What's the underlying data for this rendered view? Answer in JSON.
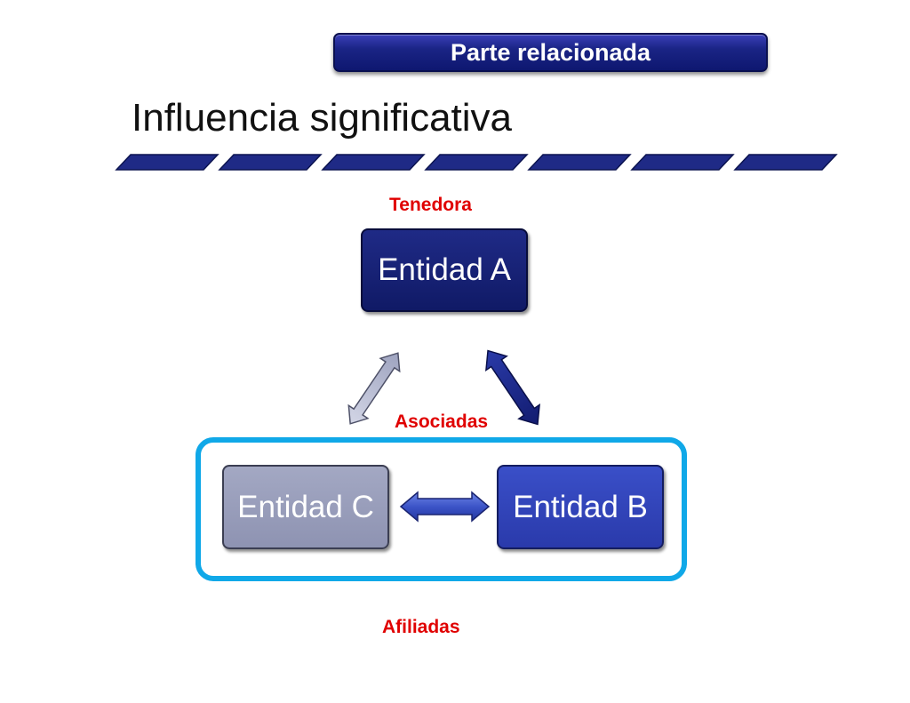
{
  "header": {
    "banner_label": "Parte relacionada",
    "title": "Influencia significativa"
  },
  "diagram": {
    "labels": {
      "holder": "Tenedora",
      "associates": "Asociadas",
      "affiliates": "Afiliadas"
    },
    "entities": {
      "a": "Entidad A",
      "b": "Entidad B",
      "c": "Entidad C"
    }
  },
  "colors": {
    "banner": "#1a2485",
    "entity_a": "#101a66",
    "entity_b": "#2a3aab",
    "entity_c": "#959ab8",
    "accent_red": "#e00000",
    "frame_blue": "#10a8e8"
  }
}
